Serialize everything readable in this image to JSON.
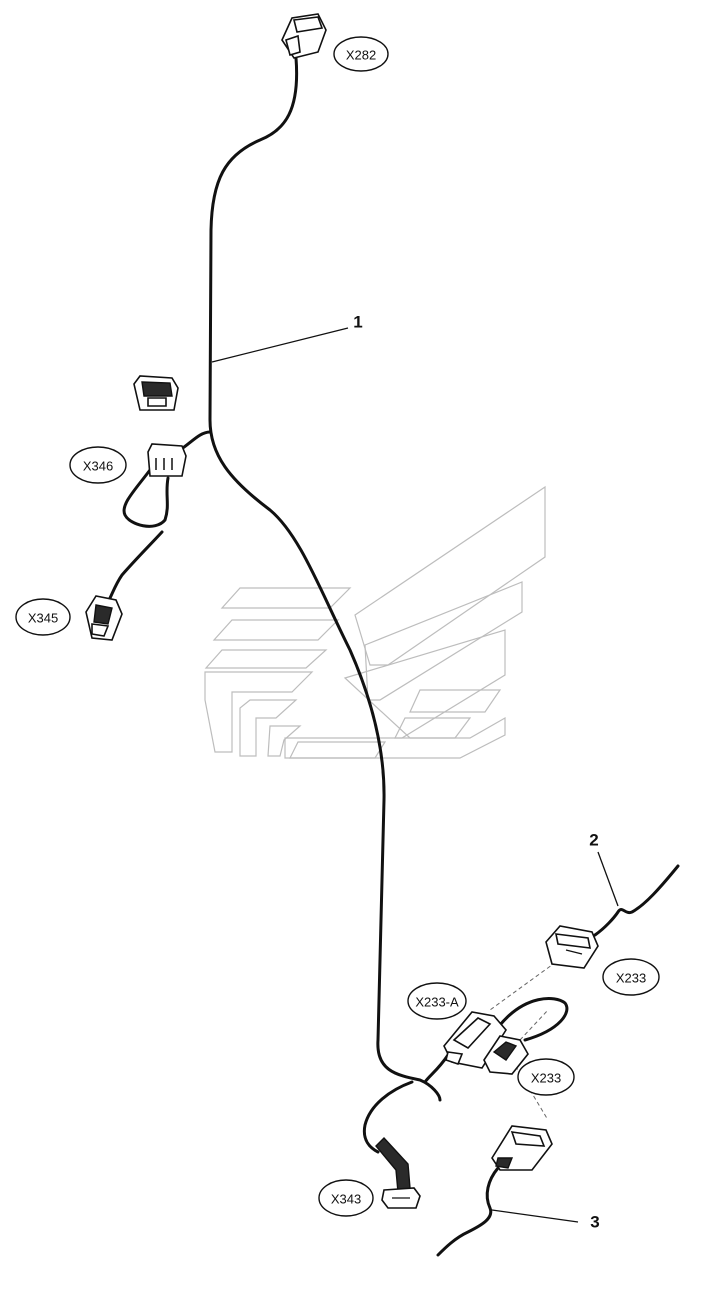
{
  "diagram": {
    "connector_labels": {
      "x282": "X282",
      "x346": "X346",
      "x345": "X345",
      "x233_a": "X233-A",
      "x233_upper": "X233",
      "x233_lower": "X233",
      "x343": "X343"
    },
    "callouts": {
      "item1": "1",
      "item2": "2",
      "item3": "3"
    },
    "watermark": "logo-watermark",
    "colors": {
      "line": "#111111",
      "watermark": "#bdbdbd",
      "background": "#ffffff"
    }
  }
}
